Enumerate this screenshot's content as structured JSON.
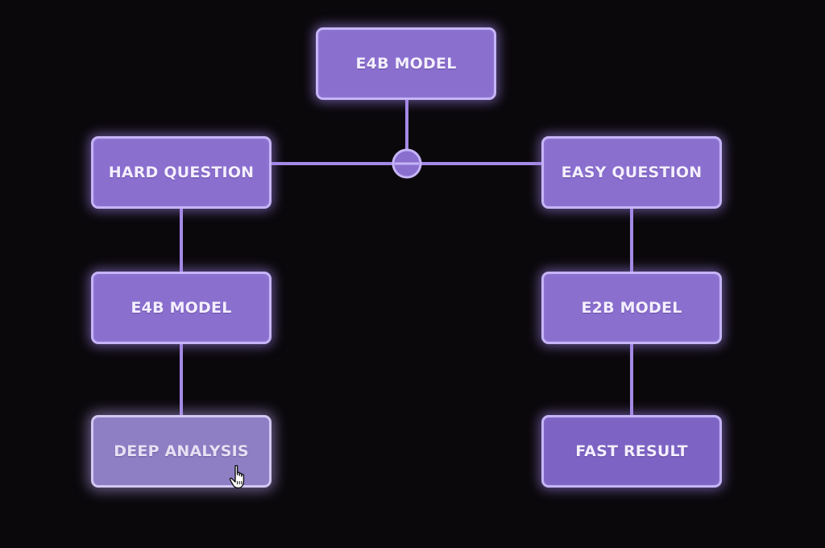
{
  "diagram": {
    "nodes": {
      "top_model": "E4B MODEL",
      "hard_question": "HARD QUESTION",
      "easy_question": "EASY QUESTION",
      "left_model": "E4B MODEL",
      "right_model": "E2B MODEL",
      "deep_analysis": "DEEP ANALYSIS",
      "fast_result": "FAST RESULT"
    },
    "colors": {
      "background": "#0b080c",
      "node_fill": "#8a6fcf",
      "node_border": "#c6b5f7",
      "connector": "#a48ae6"
    },
    "hovered_node": "deep_analysis",
    "cursor_icon": "hand-pointer-icon"
  }
}
